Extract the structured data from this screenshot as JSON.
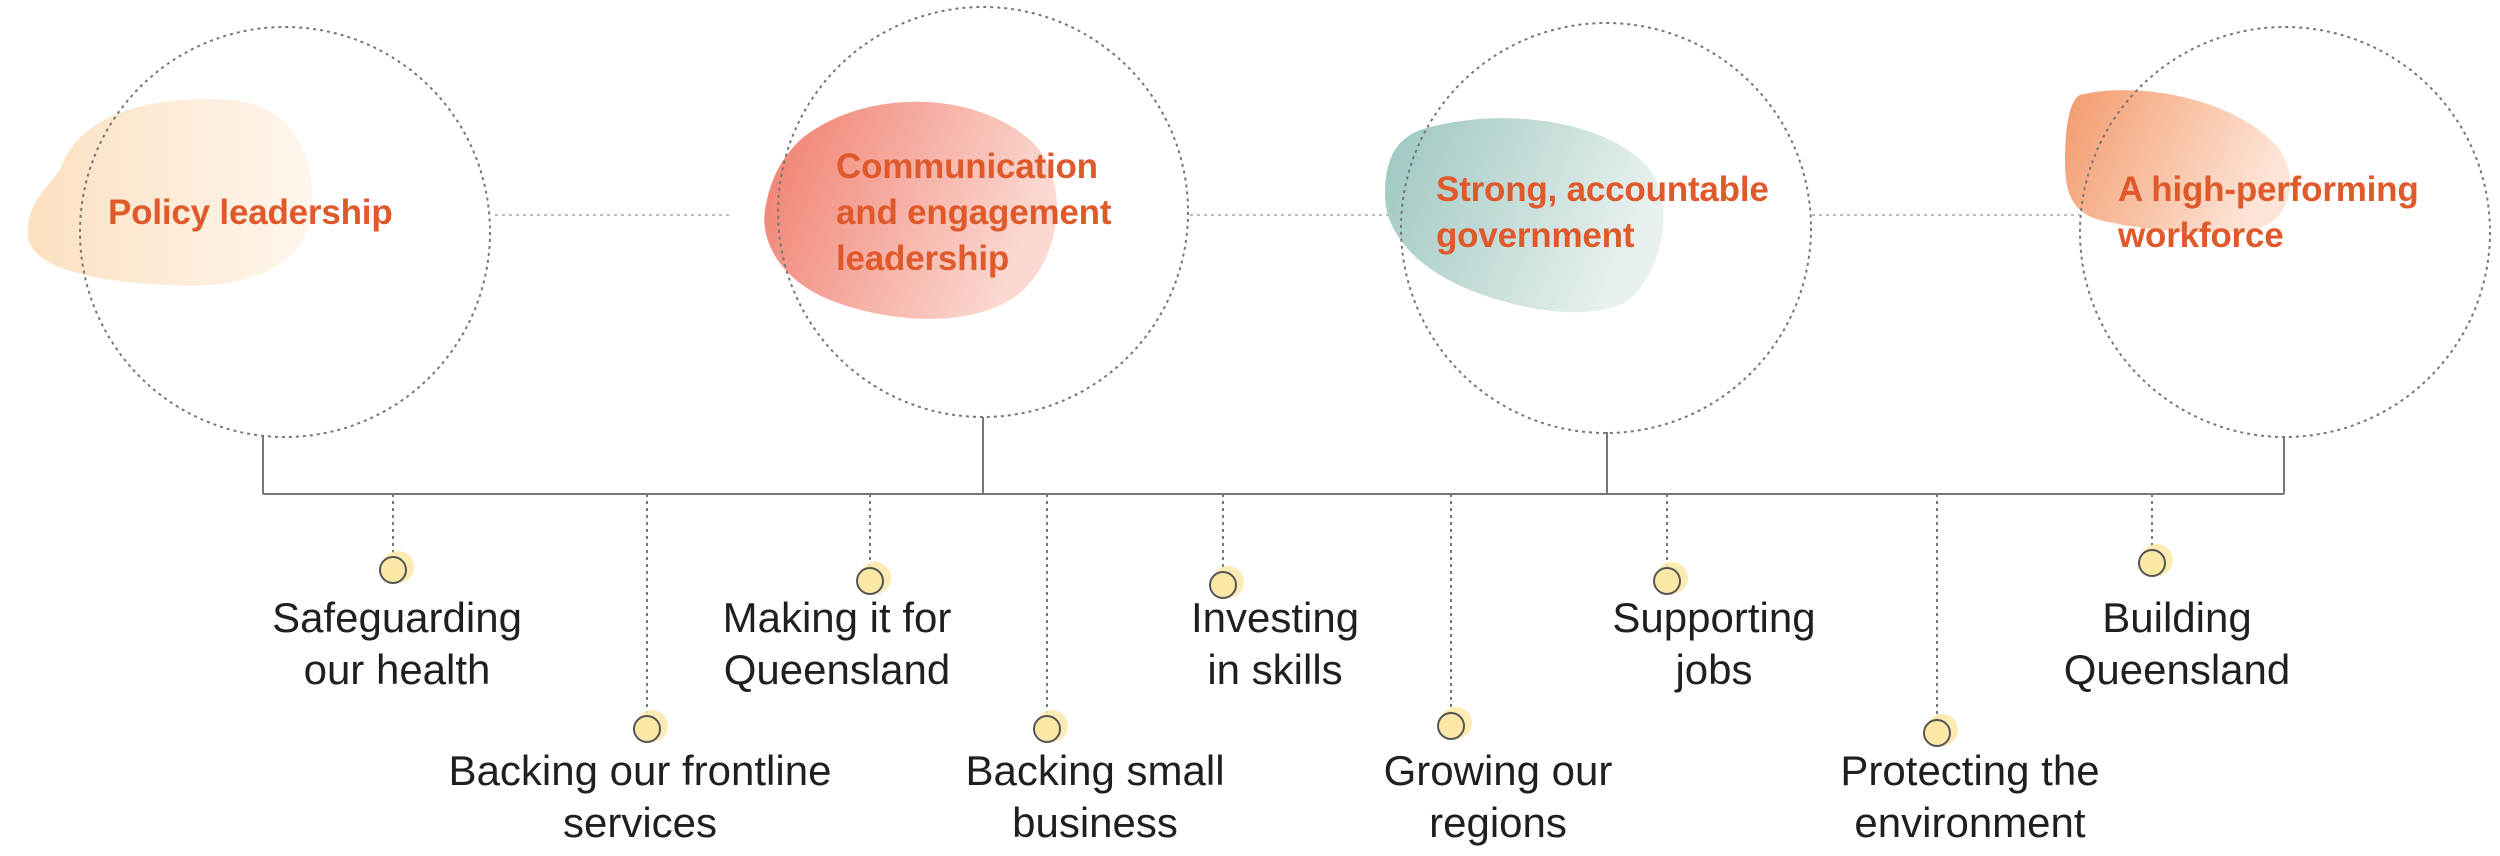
{
  "focus_areas": [
    {
      "line1": "Policy leadership",
      "line2": "",
      "line3": "",
      "blob_color": "#fbe2c4"
    },
    {
      "line1": "Communication",
      "line2": "and engagement",
      "line3": "leadership",
      "blob_color": "#f3877a"
    },
    {
      "line1": "Strong, accountable",
      "line2": "government",
      "line3": "",
      "blob_color": "#a9cdc8"
    },
    {
      "line1": "A high-performing",
      "line2": "workforce",
      "line3": "",
      "blob_color": "#f4a77c"
    }
  ],
  "objectives": [
    {
      "line1": "Safeguarding",
      "line2": "our health"
    },
    {
      "line1": "Backing our frontline",
      "line2": "services"
    },
    {
      "line1": "Making it for",
      "line2": "Queensland"
    },
    {
      "line1": "Backing small",
      "line2": "business"
    },
    {
      "line1": "Investing",
      "line2": "in skills"
    },
    {
      "line1": "Growing our",
      "line2": "regions"
    },
    {
      "line1": "Supporting",
      "line2": "jobs"
    },
    {
      "line1": "Protecting the",
      "line2": "environment"
    },
    {
      "line1": "Building",
      "line2": "Queensland"
    }
  ],
  "colors": {
    "title": "#e0592a",
    "text": "#1f1f1f",
    "line": "#777777",
    "dot_fill": "#fbe8a6",
    "dot_stroke": "#555555"
  }
}
